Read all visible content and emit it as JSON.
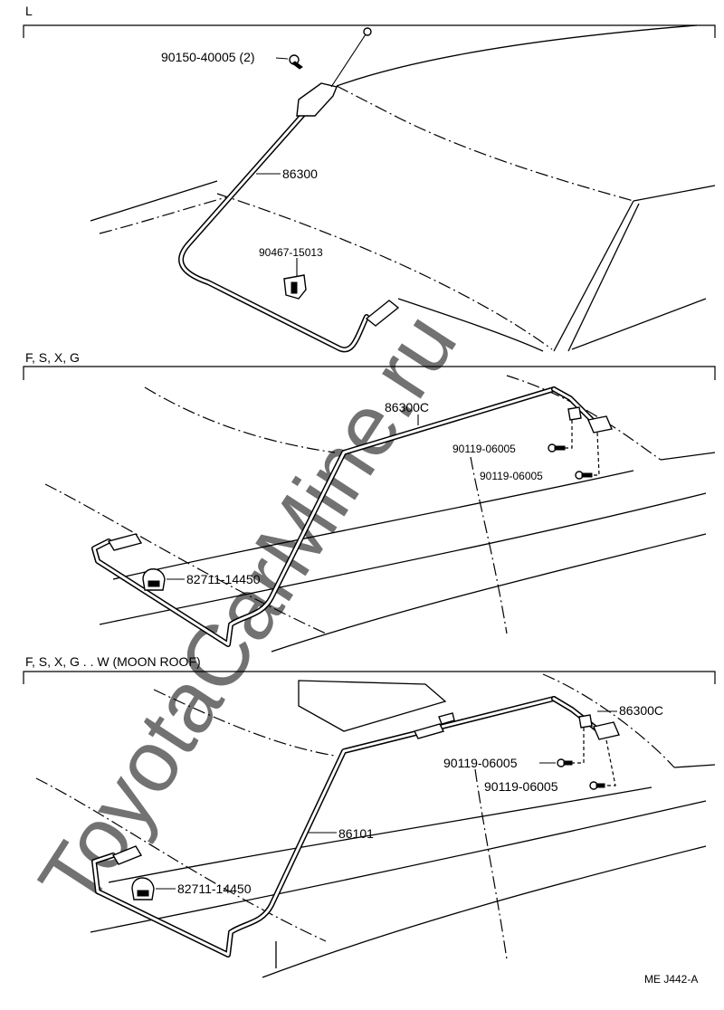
{
  "sections": [
    {
      "id": "L",
      "title": "L",
      "labels": [
        "90150-40005 (2)",
        "86300",
        "90467-15013"
      ]
    },
    {
      "id": "FSXG",
      "title": "F, S, X, G",
      "labels": [
        "86300C",
        "90119-06005",
        "90119-06005",
        "82711-14450"
      ]
    },
    {
      "id": "FSXGW",
      "title": "F, S, X, G . . W (MOON ROOF)",
      "labels": [
        "86300C",
        "90119-06005",
        "90119-06005",
        "86101",
        "82711-14450"
      ]
    }
  ],
  "footer_code": "ME J442-A",
  "watermark": "ToyotaCarMine.ru"
}
